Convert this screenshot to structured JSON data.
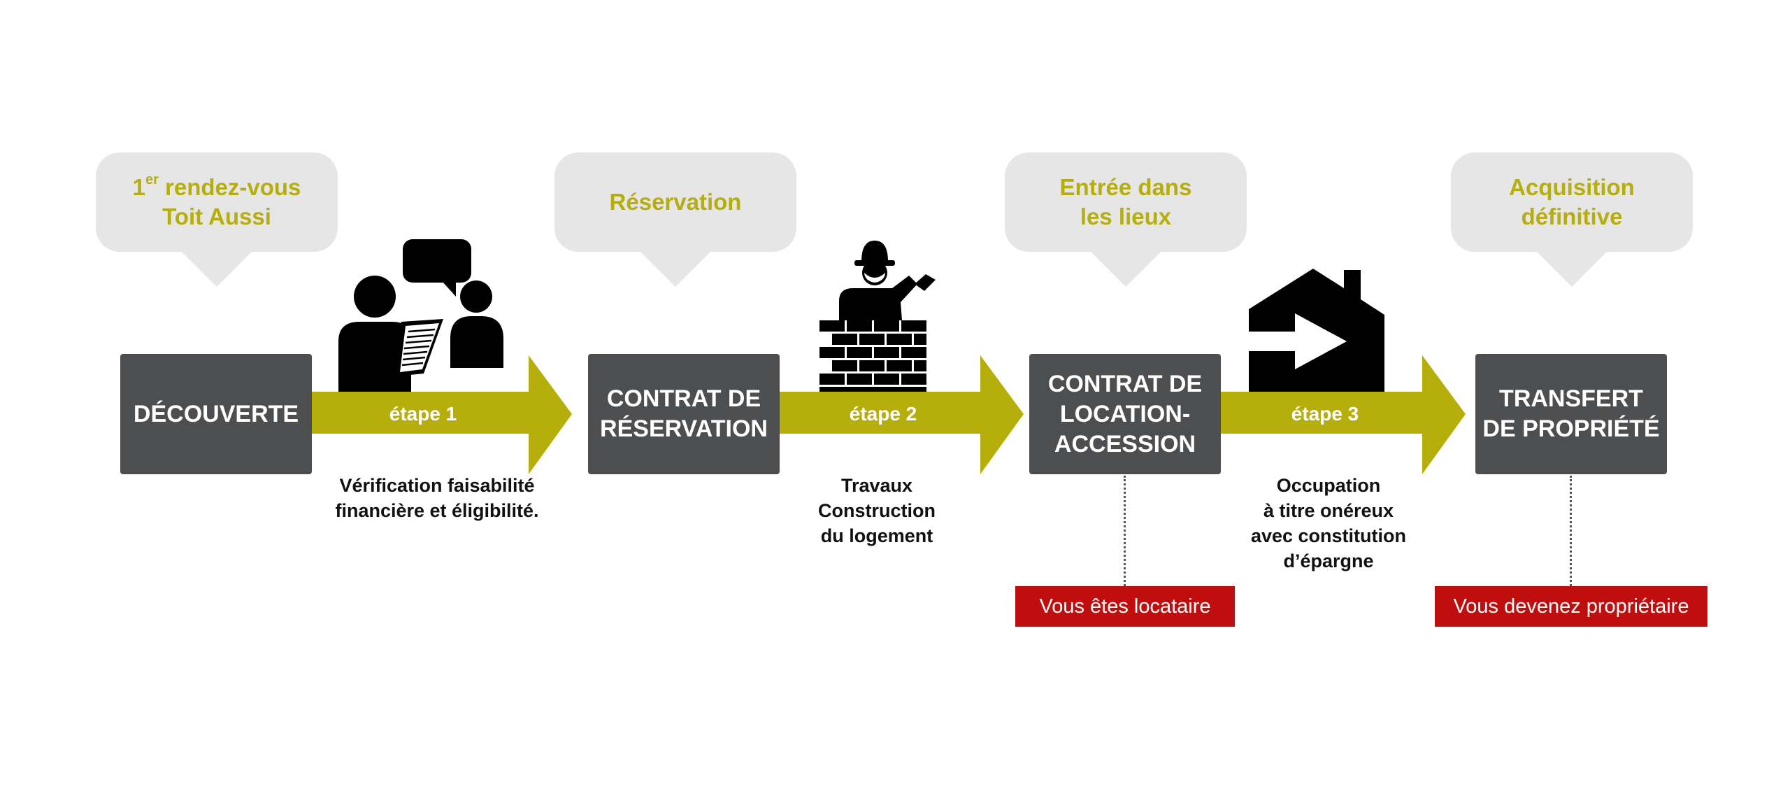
{
  "colors": {
    "olive": "#b5ae0b",
    "dark_box": "#4d4e50",
    "bubble": "#e6e6e6",
    "red": "#c00d0d",
    "icon": "#000000"
  },
  "bubbles": [
    {
      "line1": "1",
      "sup": "er",
      "line1_rest": " rendez-vous",
      "line2": "Toit Aussi"
    },
    {
      "line1": "Réservation"
    },
    {
      "line1": "Entrée dans",
      "line2": "les lieux"
    },
    {
      "line1": "Acquisition",
      "line2": "définitive"
    }
  ],
  "boxes": [
    {
      "lines": [
        "DÉCOUVERTE"
      ]
    },
    {
      "lines": [
        "CONTRAT DE",
        "RÉSERVATION"
      ]
    },
    {
      "lines": [
        "CONTRAT DE",
        "LOCATION-",
        "ACCESSION"
      ]
    },
    {
      "lines": [
        "TRANSFERT",
        "DE PROPRIÉTÉ"
      ]
    }
  ],
  "arrows": [
    {
      "label": "étape 1"
    },
    {
      "label": "étape 2"
    },
    {
      "label": "étape 3"
    }
  ],
  "descriptions": [
    {
      "lines": [
        "Vérification faisabilité",
        "financière et éligibilité."
      ]
    },
    {
      "lines": [
        "Travaux",
        "Construction",
        "du logement"
      ]
    },
    {
      "lines": [
        "Occupation",
        "à titre onéreux",
        "avec constitution",
        "d’épargne"
      ]
    }
  ],
  "badges": [
    {
      "label": "Vous êtes locataire"
    },
    {
      "label": "Vous devenez propriétaire"
    }
  ],
  "icons": [
    "meeting-people-icon",
    "builder-bricklayer-icon",
    "house-entry-icon"
  ]
}
